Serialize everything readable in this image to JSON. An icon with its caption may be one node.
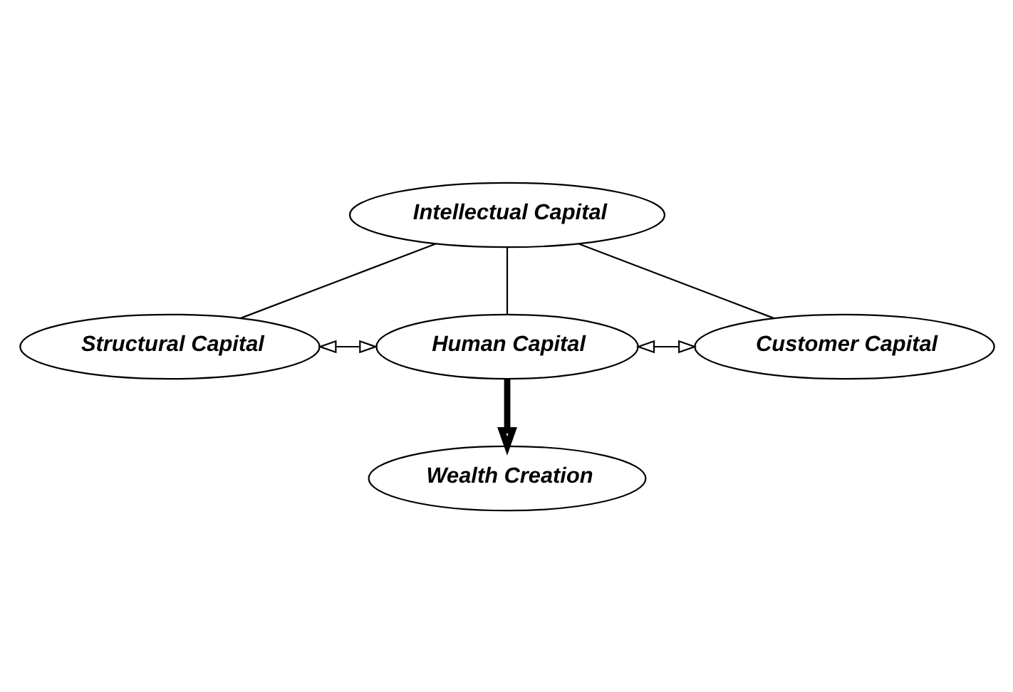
{
  "diagram": {
    "nodes": [
      {
        "text": [
          "Intellectual Capital"
        ]
      },
      {
        "text": [
          "Structural Capital"
        ]
      },
      {
        "text": [
          "Human Capital"
        ]
      },
      {
        "text": [
          "Customer Capital"
        ]
      },
      {
        "text": [
          "Wealth Creation"
        ]
      }
    ],
    "edges": [
      {
        "from": 0,
        "to": 1,
        "arrow": "none"
      },
      {
        "from": 0,
        "to": 2,
        "arrow": "none"
      },
      {
        "from": 0,
        "to": 3,
        "arrow": "none"
      },
      {
        "from": 1,
        "to": 2,
        "arrow": "both"
      },
      {
        "from": 2,
        "to": 3,
        "arrow": "both"
      },
      {
        "from": 2,
        "to": 4,
        "arrow": "to",
        "style": "thick"
      }
    ]
  }
}
